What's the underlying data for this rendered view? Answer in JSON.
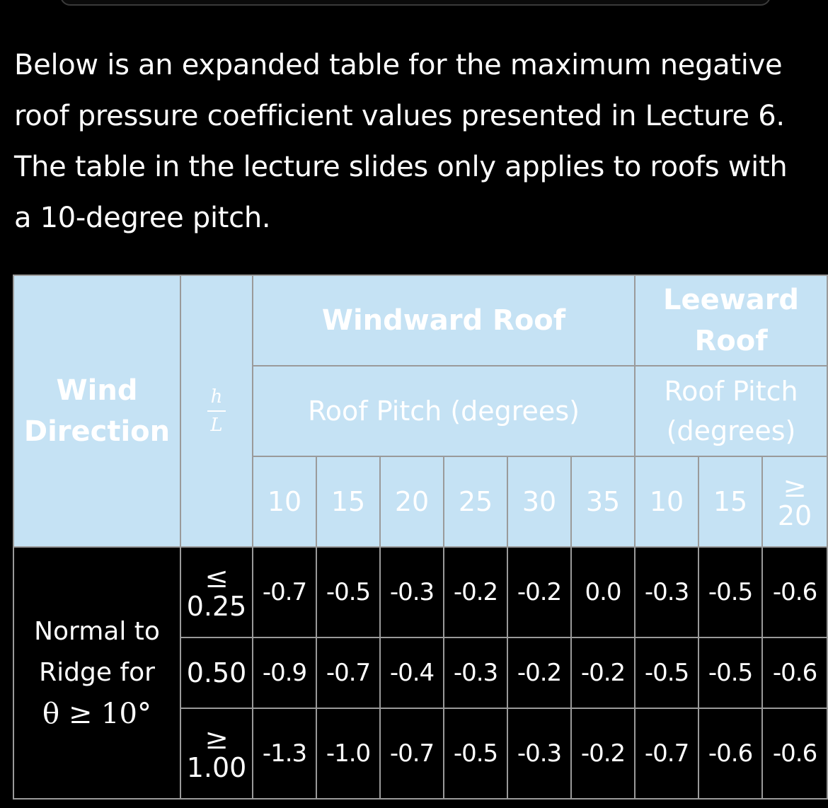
{
  "intro_text": "Below is an expanded table for the maximum negative roof pressure coefficient values presented in Lecture 6.  The table in the lecture slides only applies to roofs with a 10-degree pitch.",
  "table": {
    "wind_direction_header": [
      "Wind",
      "Direction"
    ],
    "hl_header": {
      "num": "h",
      "den": "L"
    },
    "windward_header": "Windward Roof",
    "leeward_header": [
      "Leeward",
      "Roof"
    ],
    "windward_pitch_label": "Roof Pitch (degrees)",
    "leeward_pitch_label": [
      "Roof Pitch",
      "(degrees)"
    ],
    "windward_pitches": [
      "10",
      "15",
      "20",
      "25",
      "30",
      "35"
    ],
    "leeward_pitches": [
      "10",
      "15"
    ],
    "leeward_last_pitch": {
      "symbol": "≥",
      "value": "20"
    },
    "row_label": [
      "Normal to",
      "Ridge for",
      "θ ≥ 10°"
    ],
    "rows": [
      {
        "hl_symbol": "≤",
        "hl_value": "0.25",
        "values": [
          "-0.7",
          "-0.5",
          "-0.3",
          "-0.2",
          "-0.2",
          "0.0",
          "-0.3",
          "-0.5",
          "-0.6"
        ]
      },
      {
        "hl_symbol": "",
        "hl_value": "0.50",
        "values": [
          "-0.9",
          "-0.7",
          "-0.4",
          "-0.3",
          "-0.2",
          "-0.2",
          "-0.5",
          "-0.5",
          "-0.6"
        ]
      },
      {
        "hl_symbol": "≥",
        "hl_value": "1.00",
        "values": [
          "-1.3",
          "-1.0",
          "-0.7",
          "-0.5",
          "-0.3",
          "-0.2",
          "-0.7",
          "-0.6",
          "-0.6"
        ]
      }
    ]
  }
}
